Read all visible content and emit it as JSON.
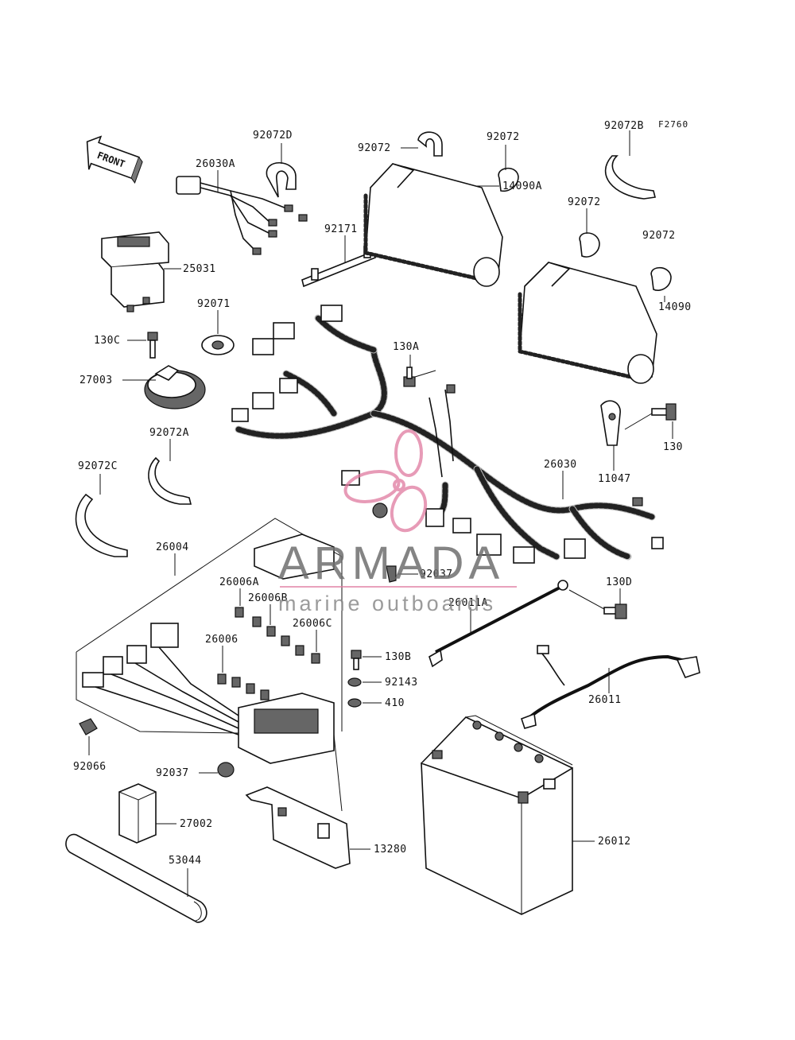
{
  "figure_ref": "F2760",
  "front_label": "FRONT",
  "watermark": {
    "title": "ARMADA",
    "subtitle": "marine outboards",
    "logo_color": "#e07aa0"
  },
  "labels": {
    "p92072D": "92072D",
    "p26030A": "26030A",
    "p25031": "25031",
    "p92071": "92071",
    "p130C": "130C",
    "p27003": "27003",
    "p92171": "92171",
    "p92072_top": "92072",
    "p92072_mid": "92072",
    "p92072B": "92072B",
    "p14090A": "14090A",
    "p92072_r1": "92072",
    "p92072_r2": "92072",
    "p14090": "14090",
    "p130A": "130A",
    "p130": "130",
    "p11047": "11047",
    "p26030": "26030",
    "p92072A": "92072A",
    "p92072C": "92072C",
    "p26004": "26004",
    "p92037_a": "92037",
    "p130D": "130D",
    "p26006A": "26006A",
    "p26006B": "26006B",
    "p26011A": "26011A",
    "p26006C": "26006C",
    "p26006": "26006",
    "p130B": "130B",
    "p92143": "92143",
    "p410": "410",
    "p26011": "26011",
    "p92066": "92066",
    "p92037_b": "92037",
    "p27002": "27002",
    "p13280": "13280",
    "p26012": "26012",
    "p53044": "53044"
  }
}
